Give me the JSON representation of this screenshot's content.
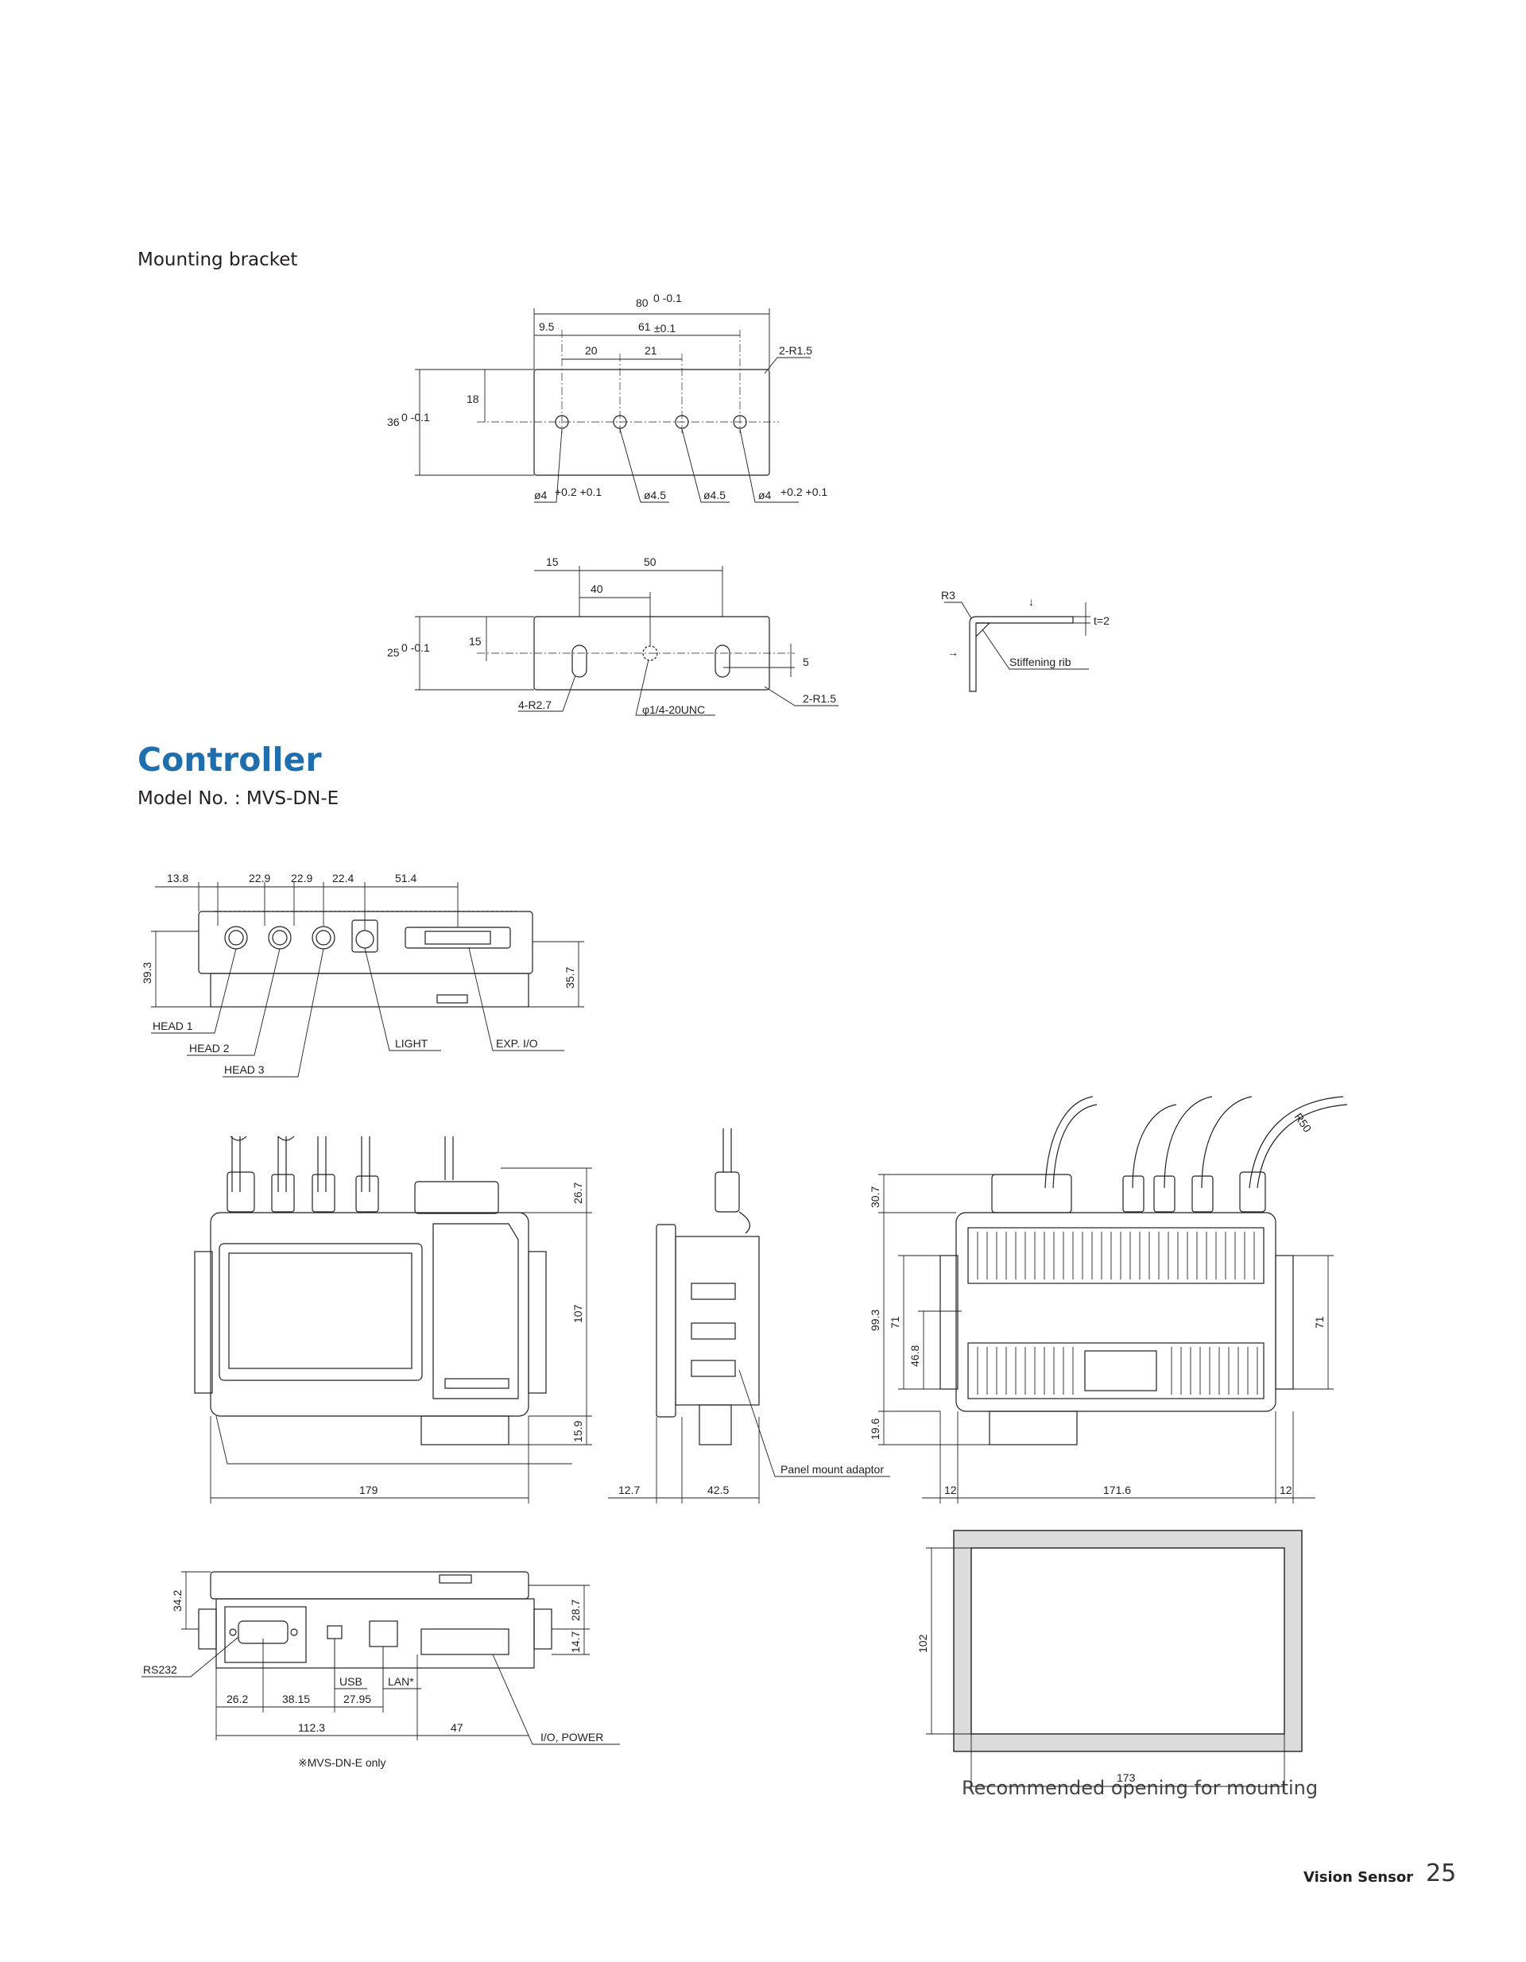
{
  "section": {
    "bracket_title": "Mounting bracket",
    "controller_title": "Controller",
    "model_no": "Model No. : MVS-DN-E"
  },
  "bracket_front": {
    "overall_width": "80",
    "overall_width_tol": "0 -0.1",
    "left_offset": "9.5",
    "hole_span": "61",
    "hole_span_tol": "±0.1",
    "pitch_a": "20",
    "pitch_b": "21",
    "corner_radius": "2-R1.5",
    "height": "36",
    "height_tol": "0 -0.1",
    "hole_height": "18",
    "hole_1": "ø4",
    "hole_1_tol": "+0.2 +0.1",
    "hole_2": "ø4.5",
    "hole_3": "ø4.5",
    "hole_4": "ø4",
    "hole_4_tol": "+0.2 +0.1"
  },
  "bracket_bottom": {
    "offset_15": "15",
    "span_50": "50",
    "offset_40": "40",
    "height": "25",
    "height_tol": "0 -0.1",
    "slot_height": "15",
    "slot_width": "5",
    "slot_radius": "4-R2.7",
    "thread": "φ1/4-20UNC",
    "corner_radius": "2-R1.5"
  },
  "bracket_profile": {
    "bend_radius": "R3",
    "thickness": "t=2",
    "rib_label": "Stiffening rib"
  },
  "controller_top": {
    "dims": [
      "13.8",
      "22.9",
      "22.9",
      "22.4",
      "51.4"
    ],
    "height_left": "39.3",
    "height_right": "35.7",
    "labels": [
      "HEAD 1",
      "HEAD 2",
      "HEAD 3",
      "LIGHT",
      "EXP. I/O"
    ]
  },
  "controller_front": {
    "width": "179",
    "height": "107",
    "top_protrusion": "26.7",
    "bottom_protrusion": "15.9"
  },
  "controller_side": {
    "depth_a": "12.7",
    "depth_b": "42.5",
    "adaptor_label": "Panel mount adaptor"
  },
  "controller_rear": {
    "top_dim": "30.7",
    "height": "99.3",
    "inner_71_left": "71",
    "inner_46_8": "46.8",
    "inner_71_right": "71",
    "bottom_dim": "19.6",
    "left_12": "12",
    "width": "171.6",
    "right_12": "12",
    "bend_radius": "R50"
  },
  "controller_bottom": {
    "dim_34_2": "34.2",
    "dim_28_7": "28.7",
    "dim_14_7": "14.7",
    "dim_26_2": "26.2",
    "dim_38_15": "38.15",
    "dim_27_95": "27.95",
    "dim_112_3": "112.3",
    "dim_47": "47",
    "label_rs232": "RS232",
    "label_usb": "USB",
    "label_lan": "LAN*",
    "label_io_power": "I/O, POWER",
    "note": "※MVS-DN-E only"
  },
  "opening": {
    "height": "102",
    "width": "173",
    "caption": "Recommended opening for mounting"
  },
  "footer": {
    "brand": "Vision Sensor",
    "page": "25"
  }
}
